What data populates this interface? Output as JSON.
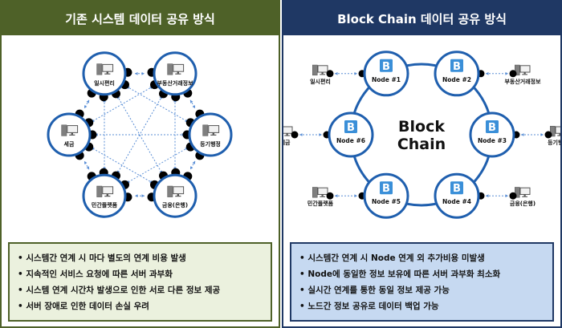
{
  "colors": {
    "left_header": "#4e6128",
    "right_header": "#1f3864",
    "left_box_bg": "#ebf1de",
    "right_box_bg": "#c6d9f1",
    "circle_stroke": "#1f5fae",
    "arrow": "#5b8fd6",
    "node_icon": "#3a8fd8"
  },
  "left": {
    "title": "기존 시스템 데이터 공유 방식",
    "systems": [
      {
        "label": "일시편리",
        "icon": "computer-icon"
      },
      {
        "label": "부동산거래정보",
        "icon": "computer-icon"
      },
      {
        "label": "등기행정",
        "icon": "computer-icon"
      },
      {
        "label": "금융(은행)",
        "icon": "computer-icon"
      },
      {
        "label": "민간플랫폼",
        "icon": "computer-icon"
      },
      {
        "label": "세금",
        "icon": "computer-icon"
      }
    ],
    "bullets": [
      "시스템간 연계 시 마다 별도의 연계 비용 발생",
      "지속적인 서비스 요청에 따른 서버 과부화",
      "시스템 연계 시간차 발생으로 인한 서로 다른 정보 제공",
      "서버 장애로 인한 데이터 손실 우려"
    ]
  },
  "right": {
    "title": "Block Chain 데이터 공유 방식",
    "center_label_line1": "Block",
    "center_label_line2": "Chain",
    "nodes": [
      {
        "label": "Node #1",
        "system": "일시편리",
        "icon": "blockchain-b-icon"
      },
      {
        "label": "Node #2",
        "system": "부동산거래정보",
        "icon": "blockchain-b-icon"
      },
      {
        "label": "Node #3",
        "system": "등기행정",
        "icon": "blockchain-b-icon"
      },
      {
        "label": "Node #4",
        "system": "금융(은행)",
        "icon": "blockchain-b-icon"
      },
      {
        "label": "Node #5",
        "system": "민간플랫폼",
        "icon": "blockchain-b-icon"
      },
      {
        "label": "Node #6",
        "system": "세금",
        "icon": "blockchain-b-icon"
      }
    ],
    "bullets": [
      "시스템간 연계 시 Node 연계 외 추가비용 미발생",
      "Node에 동일한 정보 보유에 따른 서버 과부화 최소화",
      "실시간 연계를 통한 동일 정보 제공 가능",
      "노드간 정보 공유로 데이터 백업 가능"
    ]
  }
}
